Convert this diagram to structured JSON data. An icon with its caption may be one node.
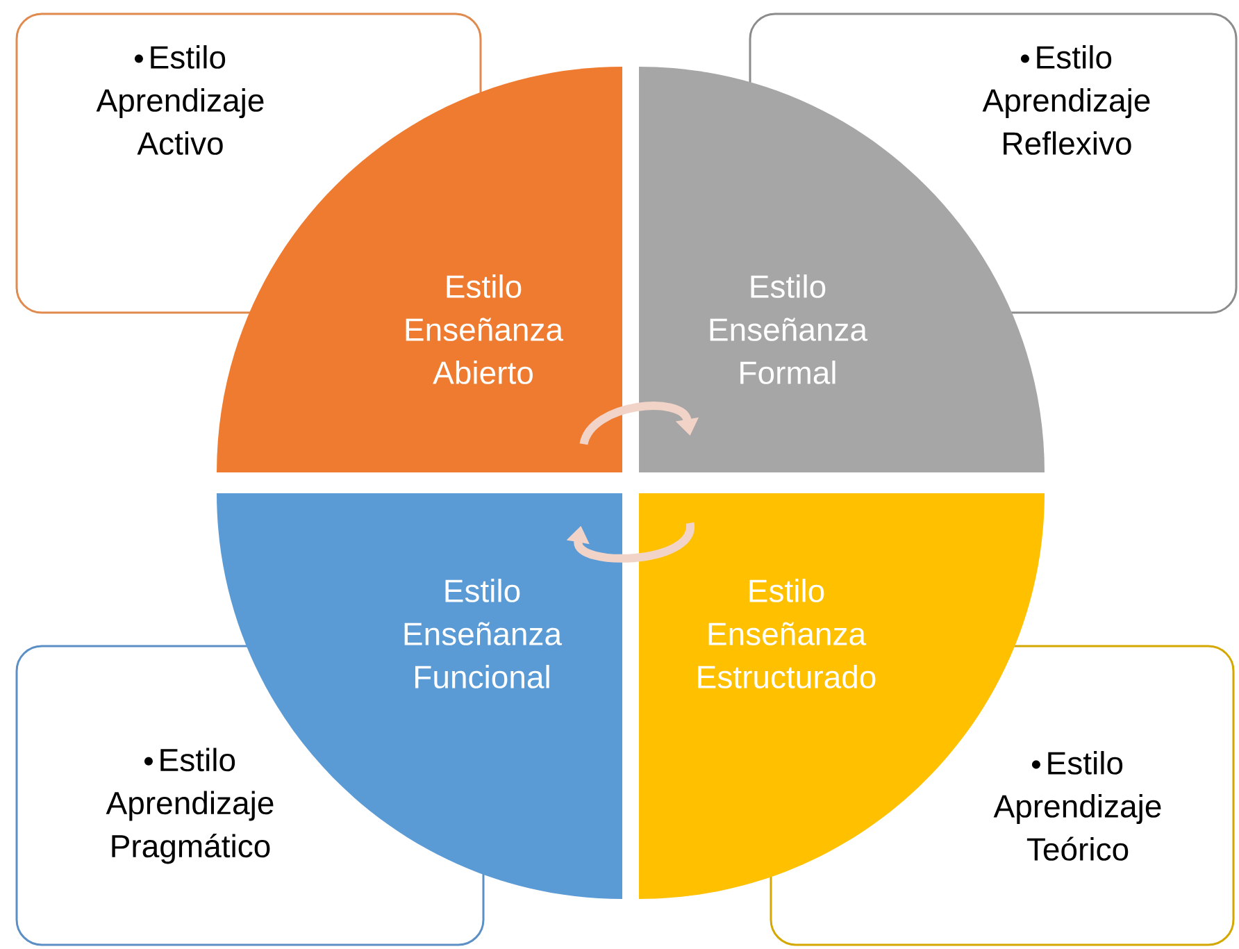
{
  "diagram": {
    "nodes": [
      {
        "text": [
          "Estilo Aprendizaje Activo"
        ]
      },
      {
        "text": [
          "Estilo Aprendizaje Reflexivo"
        ]
      },
      {
        "text": [
          "Estilo Enseñanza Abierto"
        ]
      },
      {
        "text": [
          "Estilo Enseñanza Formal"
        ]
      },
      {
        "text": [
          "Estilo Enseñanza Funcional"
        ]
      },
      {
        "text": [
          "Estilo Enseñanza Estructurado"
        ]
      },
      {
        "text": [
          "Estilo Aprendizaje Pragmático"
        ]
      },
      {
        "text": [
          "Estilo Aprendizaje Teórico"
        ]
      }
    ],
    "edges": [
      {
        "from": 2,
        "to": 3,
        "arrow": "to"
      },
      {
        "from": 5,
        "to": 4,
        "arrow": "to"
      }
    ]
  }
}
